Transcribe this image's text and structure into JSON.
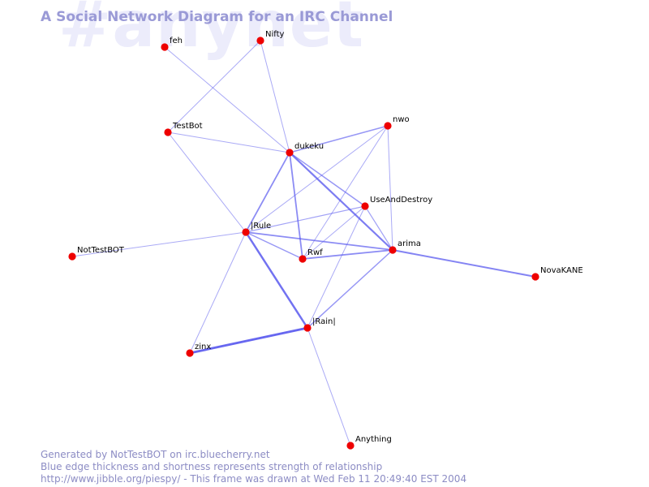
{
  "watermark": "#anynet",
  "title": "A Social Network Diagram for an IRC Channel",
  "footer": {
    "line1": "Generated by NotTestBOT on irc.bluecherry.net",
    "line2": "Blue edge thickness and shortness represents strength of relationship",
    "line3": "http://www.jibble.org/piespy/ - This frame was drawn at Wed Feb 11 20:49:40 EST 2004"
  },
  "colors": {
    "node": "#ee0000",
    "edge": "#5555ee",
    "title": "#9a9ad6",
    "watermark": "#ececfb",
    "footer": "#8c8cc4"
  },
  "nodes": [
    {
      "id": "feh",
      "label": "feh"
    },
    {
      "id": "nifty",
      "label": "Nifty"
    },
    {
      "id": "testbot",
      "label": "TestBot"
    },
    {
      "id": "nwo",
      "label": "nwo"
    },
    {
      "id": "dukeku",
      "label": "dukeku"
    },
    {
      "id": "useanddestroy",
      "label": "UseAndDestroy"
    },
    {
      "id": "irule",
      "label": "|Rule"
    },
    {
      "id": "arima",
      "label": "arima"
    },
    {
      "id": "rwf",
      "label": "Rwf"
    },
    {
      "id": "nottestbot",
      "label": "NotTestBOT"
    },
    {
      "id": "novakane",
      "label": "NovaKANE"
    },
    {
      "id": "irain",
      "label": "|Rain|"
    },
    {
      "id": "zinx",
      "label": "zinx"
    },
    {
      "id": "anything",
      "label": "Anything"
    }
  ],
  "edges": [
    {
      "from": "nifty",
      "to": "dukeku",
      "weight": 1
    },
    {
      "from": "feh",
      "to": "dukeku",
      "weight": 1
    },
    {
      "from": "nifty",
      "to": "testbot",
      "weight": 1
    },
    {
      "from": "testbot",
      "to": "dukeku",
      "weight": 1
    },
    {
      "from": "testbot",
      "to": "irule",
      "weight": 1
    },
    {
      "from": "nwo",
      "to": "dukeku",
      "weight": 1.5
    },
    {
      "from": "nwo",
      "to": "irule",
      "weight": 1
    },
    {
      "from": "nwo",
      "to": "rwf",
      "weight": 1
    },
    {
      "from": "nwo",
      "to": "arima",
      "weight": 1
    },
    {
      "from": "dukeku",
      "to": "useanddestroy",
      "weight": 1.5
    },
    {
      "from": "dukeku",
      "to": "arima",
      "weight": 2.2
    },
    {
      "from": "dukeku",
      "to": "irule",
      "weight": 1.8
    },
    {
      "from": "dukeku",
      "to": "rwf",
      "weight": 1.8
    },
    {
      "from": "useanddestroy",
      "to": "irule",
      "weight": 1.2
    },
    {
      "from": "useanddestroy",
      "to": "arima",
      "weight": 1.2
    },
    {
      "from": "useanddestroy",
      "to": "rwf",
      "weight": 1
    },
    {
      "from": "useanddestroy",
      "to": "irain",
      "weight": 1
    },
    {
      "from": "irule",
      "to": "arima",
      "weight": 1.8
    },
    {
      "from": "irule",
      "to": "rwf",
      "weight": 1.5
    },
    {
      "from": "irule",
      "to": "irain",
      "weight": 2.5
    },
    {
      "from": "irule",
      "to": "nottestbot",
      "weight": 1
    },
    {
      "from": "irule",
      "to": "zinx",
      "weight": 1
    },
    {
      "from": "rwf",
      "to": "arima",
      "weight": 1.8
    },
    {
      "from": "arima",
      "to": "irain",
      "weight": 1.5
    },
    {
      "from": "arima",
      "to": "novakane",
      "weight": 2
    },
    {
      "from": "irain",
      "to": "zinx",
      "weight": 2.8
    },
    {
      "from": "irain",
      "to": "anything",
      "weight": 1
    }
  ]
}
